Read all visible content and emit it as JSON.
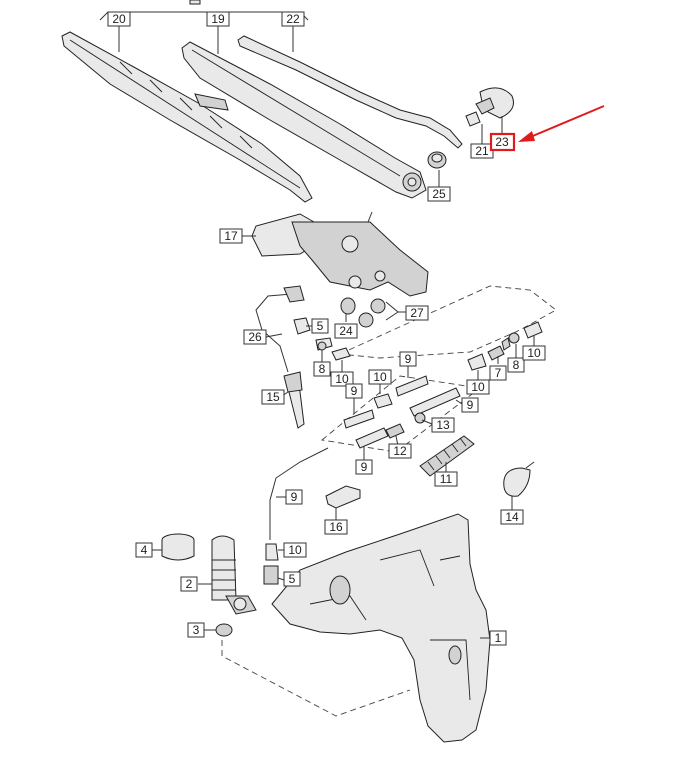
{
  "diagram": {
    "labels": {
      "p1": "1",
      "p2": "2",
      "p3": "3",
      "p4": "4",
      "p5a": "5",
      "p5b": "5",
      "p7": "7",
      "p8a": "8",
      "p8b": "8",
      "p9a": "9",
      "p9b": "9",
      "p9c": "9",
      "p9d": "9",
      "p9e": "9",
      "p10a": "10",
      "p10b": "10",
      "p10c": "10",
      "p10d": "10",
      "p10e": "10",
      "p11": "11",
      "p12": "12",
      "p13": "13",
      "p14": "14",
      "p15": "15",
      "p16": "16",
      "p17": "17",
      "p19": "19",
      "p20": "20",
      "p21": "21",
      "p22": "22",
      "p23": "23",
      "p24": "24",
      "p25": "25",
      "p26": "26",
      "p27": "27"
    },
    "highlight_color": "#e01b1b"
  }
}
